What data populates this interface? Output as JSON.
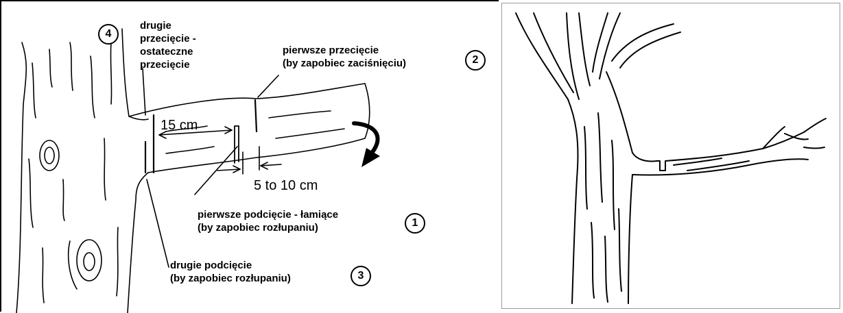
{
  "left": {
    "labels": {
      "second_cut_final": "drugie\nprzecięcie -\nostateczne\nprzecięcie",
      "first_cut": "pierwsze przecięcie\n(by zapobiec zaciśnięciu)",
      "first_undercut": "pierwsze podcięcie - łamiące\n(by zapobiec rozłupaniu)",
      "second_undercut": "drugie podcięcie\n(by zapobiec rozłupaniu)"
    },
    "measurements": {
      "distance_1": "15 cm",
      "distance_2": "5 to 10 cm"
    },
    "steps": {
      "final": "4",
      "first_cut": "2",
      "first_undercut": "1",
      "second_undercut": "3"
    }
  }
}
